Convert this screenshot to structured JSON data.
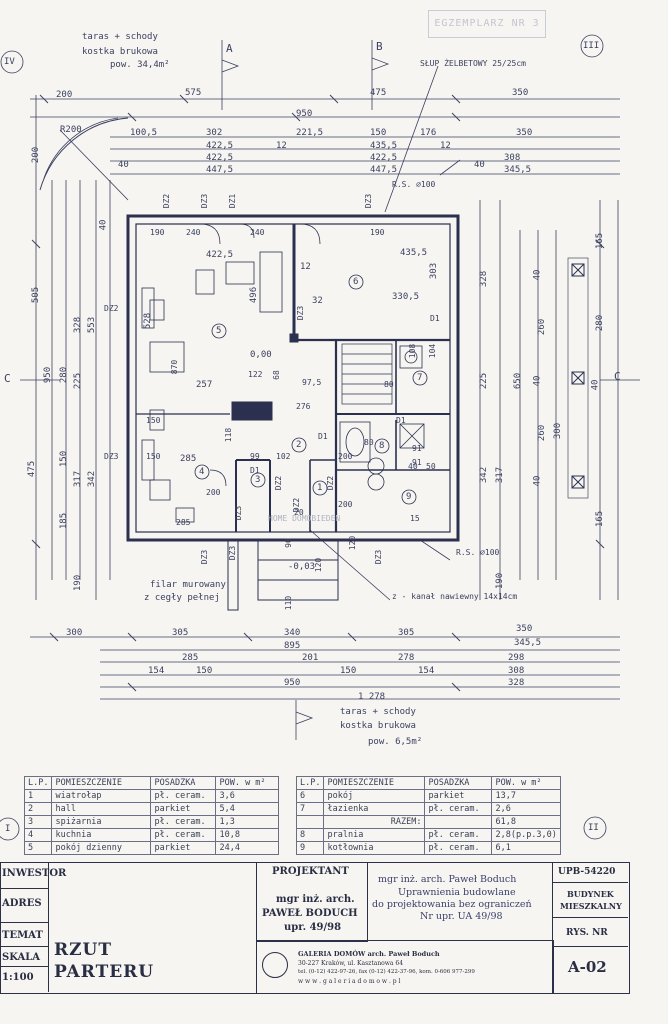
{
  "stamp": "EGZEMPLARZ NR 3",
  "axes": {
    "tl": "IV",
    "tr": "III",
    "bl": "I",
    "br": "II",
    "a": "A",
    "b": "B",
    "c_left": "C",
    "c_right": "C"
  },
  "terrace_top": {
    "line1": "taras + schody",
    "line2": "kostka brukowa",
    "line3": "pow. 34,4m²"
  },
  "terrace_bottom": {
    "line1": "taras + schody",
    "line2": "kostka brukowa",
    "line3": "pow. 6,5m²"
  },
  "notes": {
    "column": "SŁUP ŻELBETOWY 25/25cm",
    "pillar_1": "filar murowany",
    "pillar_2": "z cegły pełnej",
    "channel": "z - kanał nawiewny 14x14cm",
    "rs_top": "R.S. ⌀100",
    "rs_bottom": "R.S. ⌀100",
    "level_0": "0,00",
    "level_1": "-0,03",
    "watermark": "HOME DOMOBIEDEN"
  },
  "dims_top": [
    "200",
    "575",
    "475",
    "350",
    "950",
    "302",
    "221,5",
    "150",
    "176",
    "350",
    "100,5",
    "422,5",
    "435,5",
    "308",
    "422,5",
    "422,5",
    "345,5",
    "447,5",
    "447,5",
    "12",
    "12",
    "40",
    "40",
    "R200"
  ],
  "dims_bottom": [
    "300",
    "305",
    "340",
    "305",
    "350",
    "895",
    "345,5",
    "285",
    "201",
    "278",
    "298",
    "154",
    "150",
    "150",
    "154",
    "308",
    "950",
    "328",
    "1 278"
  ],
  "dims_left": [
    "505",
    "553",
    "328",
    "950",
    "280",
    "225",
    "475",
    "342",
    "317",
    "185",
    "190",
    "150",
    "40",
    "200"
  ],
  "dims_right": [
    "165",
    "280",
    "328",
    "40",
    "650",
    "260",
    "300",
    "260",
    "225",
    "342",
    "317",
    "165",
    "190",
    "40",
    "40",
    "40"
  ],
  "interior": [
    "DZ2",
    "DZ3",
    "DZ1",
    "DZ3",
    "DZ2",
    "DZ3",
    "DZ3",
    "DZ3",
    "DZ3",
    "DZ2",
    "DZ2",
    "DZ3",
    "DZ2",
    "DZ3",
    "D1",
    "D1",
    "D1",
    "D1",
    "240",
    "240",
    "190",
    "190",
    "422,5",
    "435,5",
    "303",
    "330,5",
    "496",
    "528",
    "32",
    "12",
    "257",
    "122",
    "68",
    "276",
    "97,5",
    "870",
    "285",
    "118",
    "99",
    "102",
    "200",
    "285",
    "150",
    "150",
    "200",
    "200",
    "80",
    "80",
    "91",
    "91",
    "108",
    "104",
    "40",
    "50",
    "15",
    "90",
    "120",
    "110",
    "120",
    "20"
  ],
  "room_numbers": [
    "1",
    "2",
    "3",
    "4",
    "5",
    "6",
    "7",
    "8",
    "9"
  ],
  "room_table": {
    "header": [
      "L.P.",
      "POMIESZCZENIE",
      "POSADZKA",
      "POW. w m²"
    ],
    "left": [
      [
        "1",
        "wiatrołap",
        "pł. ceram.",
        "3,6"
      ],
      [
        "2",
        "hall",
        "parkiet",
        "5,4"
      ],
      [
        "3",
        "spiżarnia",
        "pł. ceram.",
        "1,3"
      ],
      [
        "4",
        "kuchnia",
        "pł. ceram.",
        "10,8"
      ],
      [
        "5",
        "pokój dzienny",
        "parkiet",
        "24,4"
      ]
    ],
    "right": [
      [
        "6",
        "pokój",
        "parkiet",
        "13,7"
      ],
      [
        "7",
        "łazienka",
        "pł. ceram.",
        "2,6"
      ],
      [
        "",
        "RAZEM:",
        "",
        "61,8"
      ],
      [
        "8",
        "pralnia",
        "pł. ceram.",
        "2,8(p.p.3,0)"
      ],
      [
        "9",
        "kotłownia",
        "pł. ceram.",
        "6,1"
      ]
    ]
  },
  "title_block": {
    "investor": "INWESTOR",
    "address": "ADRES",
    "subject": "TEMAT",
    "scale_label": "SKALA",
    "scale": "1:100",
    "drawing_1": "RZUT",
    "drawing_2": "PARTERU",
    "designer_label": "PROJEKTANT",
    "designer_1": "mgr inż. arch.",
    "designer_2": "PAWEŁ BODUCH",
    "designer_3": "upr. 49/98",
    "sig_1": "mgr inż. arch. Paweł Boduch",
    "sig_2": "Uprawnienia budowlane",
    "sig_3": "do projektowania bez ograniczeń",
    "sig_4": "Nr upr. UA 49/98",
    "gallery": "GALERIA DOMÓW arch. Paweł Boduch",
    "gallery_addr": "30-227 Kraków, ul. Kasztanowa 64",
    "gallery_tel": "tel. (0-12) 422-97-26, fax (0-12) 422-37-96, kom. 0-606 977-299",
    "gallery_web": "w w w . g a l e r i a d o m o w . p l",
    "code": "UPB-54220",
    "type_1": "BUDYNEK",
    "type_2": "MIESZKALNY",
    "drawing_no_label": "RYS. NR",
    "drawing_no": "A-02"
  }
}
